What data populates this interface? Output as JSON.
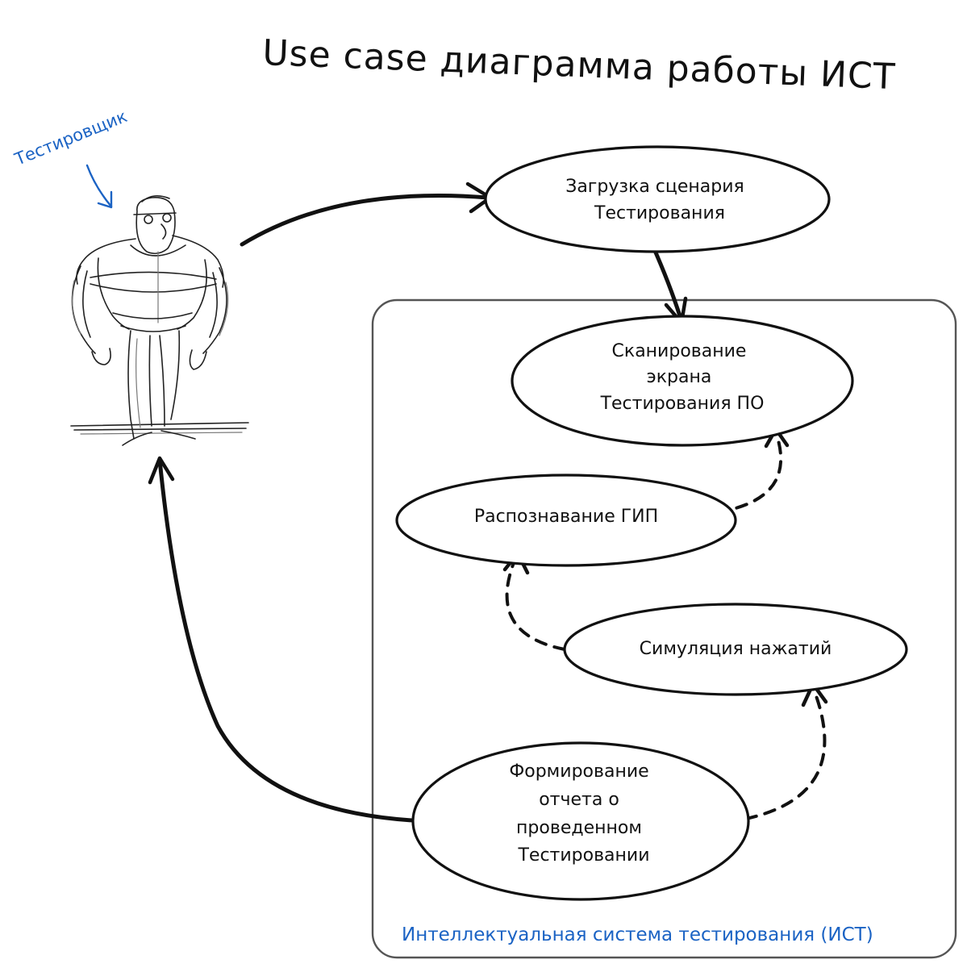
{
  "title": "Use case диаграмма работы ИСТ",
  "actor": {
    "label": "Тестировщик",
    "icon": "tester-figure-icon"
  },
  "boundary": {
    "label": "Интеллектуальная система тестирования (ИСТ)"
  },
  "use_cases": {
    "load": {
      "line1": "Загрузка сценария",
      "line2": "Тестирования"
    },
    "scan": {
      "line1": "Сканирование",
      "line2": "экрана",
      "line3": "Тестирования ПО"
    },
    "recognize": {
      "line1": "Распознавание ГИП"
    },
    "simulate": {
      "line1": "Симуляция нажатий"
    },
    "report": {
      "line1": "Формирование",
      "line2": "отчета о",
      "line3": "проведенном",
      "line4": "Тестировании"
    }
  },
  "colors": {
    "ink": "#111111",
    "accent_blue": "#1b63c4",
    "boundary_gray": "#555555"
  }
}
